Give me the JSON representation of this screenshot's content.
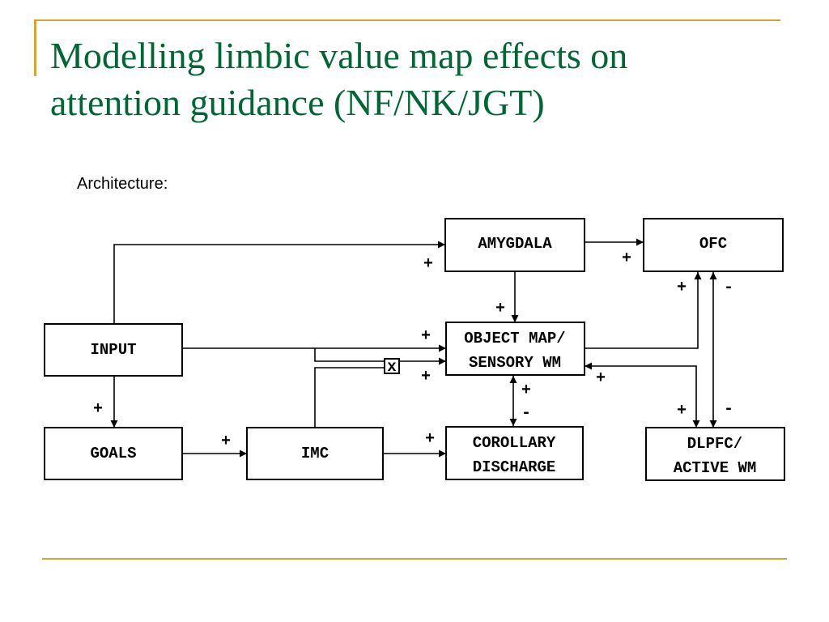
{
  "slide": {
    "title_line1": "Modelling limbic value map effects on",
    "title_line2": "attention guidance (NF/NK/JGT)",
    "subtitle": "Architecture:"
  },
  "diagram": {
    "nodes": {
      "input": [
        "INPUT"
      ],
      "goals": [
        "GOALS"
      ],
      "imc": [
        "IMC"
      ],
      "amygdala": [
        "AMYGDALA"
      ],
      "ofc": [
        "OFC"
      ],
      "object_map": [
        "OBJECT MAP/",
        "SENSORY WM"
      ],
      "corollary": [
        "COROLLARY",
        "DISCHARGE"
      ],
      "dlpfc": [
        "DLPFC/",
        "ACTIVE WM"
      ]
    },
    "gate_symbol": "x",
    "edge_signs": {
      "input_to_amygdala": "+",
      "amygdala_to_ofc": "+",
      "amygdala_to_objmap": "+",
      "input_to_objmap": "+",
      "imc_to_objmap": "+",
      "dlpfc_to_objmap": "+",
      "input_to_goals": "+",
      "goals_to_imc": "+",
      "imc_to_corollary": "+",
      "objmap_corollary_plus": "+",
      "objmap_corollary_minus": "-",
      "objmap_to_ofc": "+",
      "ofc_to_dlpfc_minus": "-",
      "objmap_to_dlpfc": "+",
      "dlpfc_to_ofc_minus": "-"
    },
    "colors": {
      "title": "#006633",
      "accent_lines": "#d5a432"
    }
  }
}
